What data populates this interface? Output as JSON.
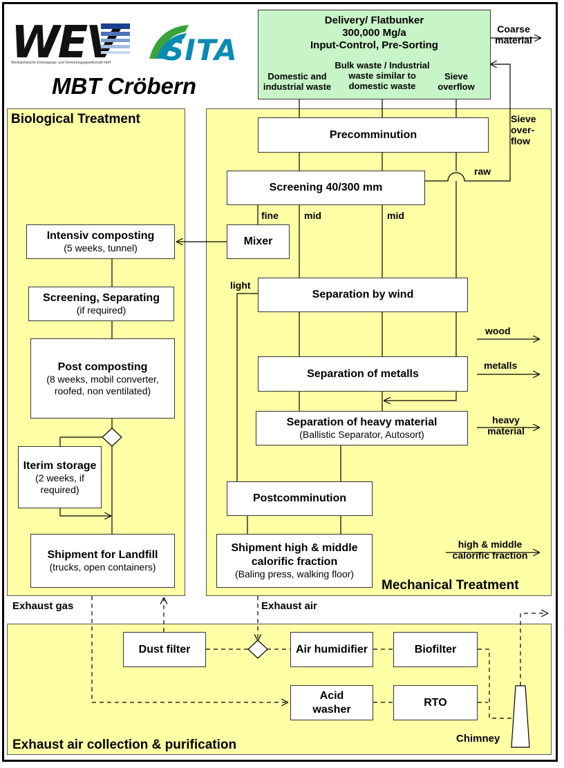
{
  "header": {
    "logo_wev": "WEV",
    "logo_wev_sub": "Westsächsische Entsorgungs- und Verwertungsgesellschaft mbH",
    "logo_sita": "SITA",
    "title": "MBT Cröbern"
  },
  "delivery": {
    "line1": "Delivery/ Flatbunker",
    "line2": "300,000 Mg/a",
    "line3": "Input-Control, Pre-Sorting",
    "col1": "Domestic and industrial waste",
    "col2": "Bulk waste / Industrial waste similar to domestic waste",
    "col3": "Sieve overflow",
    "coarse": "Coarse material"
  },
  "regions": {
    "biological": "Biological Treatment",
    "mechanical": "Mechanical Treatment",
    "exhaust": "Exhaust air collection & purification"
  },
  "mechanical": {
    "precomminution": "Precomminution",
    "screening": "Screening 40/300 mm",
    "mixer": "Mixer",
    "wind": "Separation by wind",
    "metals": "Separation of metalls",
    "heavy_title": "Separation of heavy material",
    "heavy_sub": "(Ballistic Separator, Autosort)",
    "postcomminution": "Postcomminution",
    "shipment_title": "Shipment high & middle calorific fraction",
    "shipment_sub": "(Baling press, walking floor)"
  },
  "biological": {
    "intensiv_title": "Intensiv composting",
    "intensiv_sub": "(5 weeks, tunnel)",
    "screening_title": "Screening, Separating",
    "screening_sub": "(if required)",
    "post_title": "Post composting",
    "post_sub": "(8 weeks, mobil converter, roofed, non ventilated)",
    "interim_title": "Iterim storage",
    "interim_sub": "(2 weeks, if required)",
    "landfill_title": "Shipment for Landfill",
    "landfill_sub": "(trucks, open containers)"
  },
  "exhaust": {
    "dust": "Dust filter",
    "humidifier": "Air humidifier",
    "biofilter": "Biofilter",
    "acid": "Acid washer",
    "rto": "RTO",
    "chimney": "Chimney"
  },
  "labels": {
    "sieve_overflow": "Sieve over- flow",
    "raw": "raw",
    "fine": "fine",
    "mid1": "mid",
    "mid2": "mid",
    "light": "light",
    "wood": "wood",
    "metalls": "metalls",
    "heavy_material": "heavy material",
    "high_middle": "high & middle calorific fraction",
    "exhaust_gas": "Exhaust gas",
    "exhaust_air": "Exhaust air"
  },
  "colors": {
    "region": "#ffffa6",
    "delivery": "#c8f5c8",
    "wev_blue": "#1d3f8f",
    "sita_blue": "#0b8ab0",
    "sita_green": "#37a33a"
  }
}
